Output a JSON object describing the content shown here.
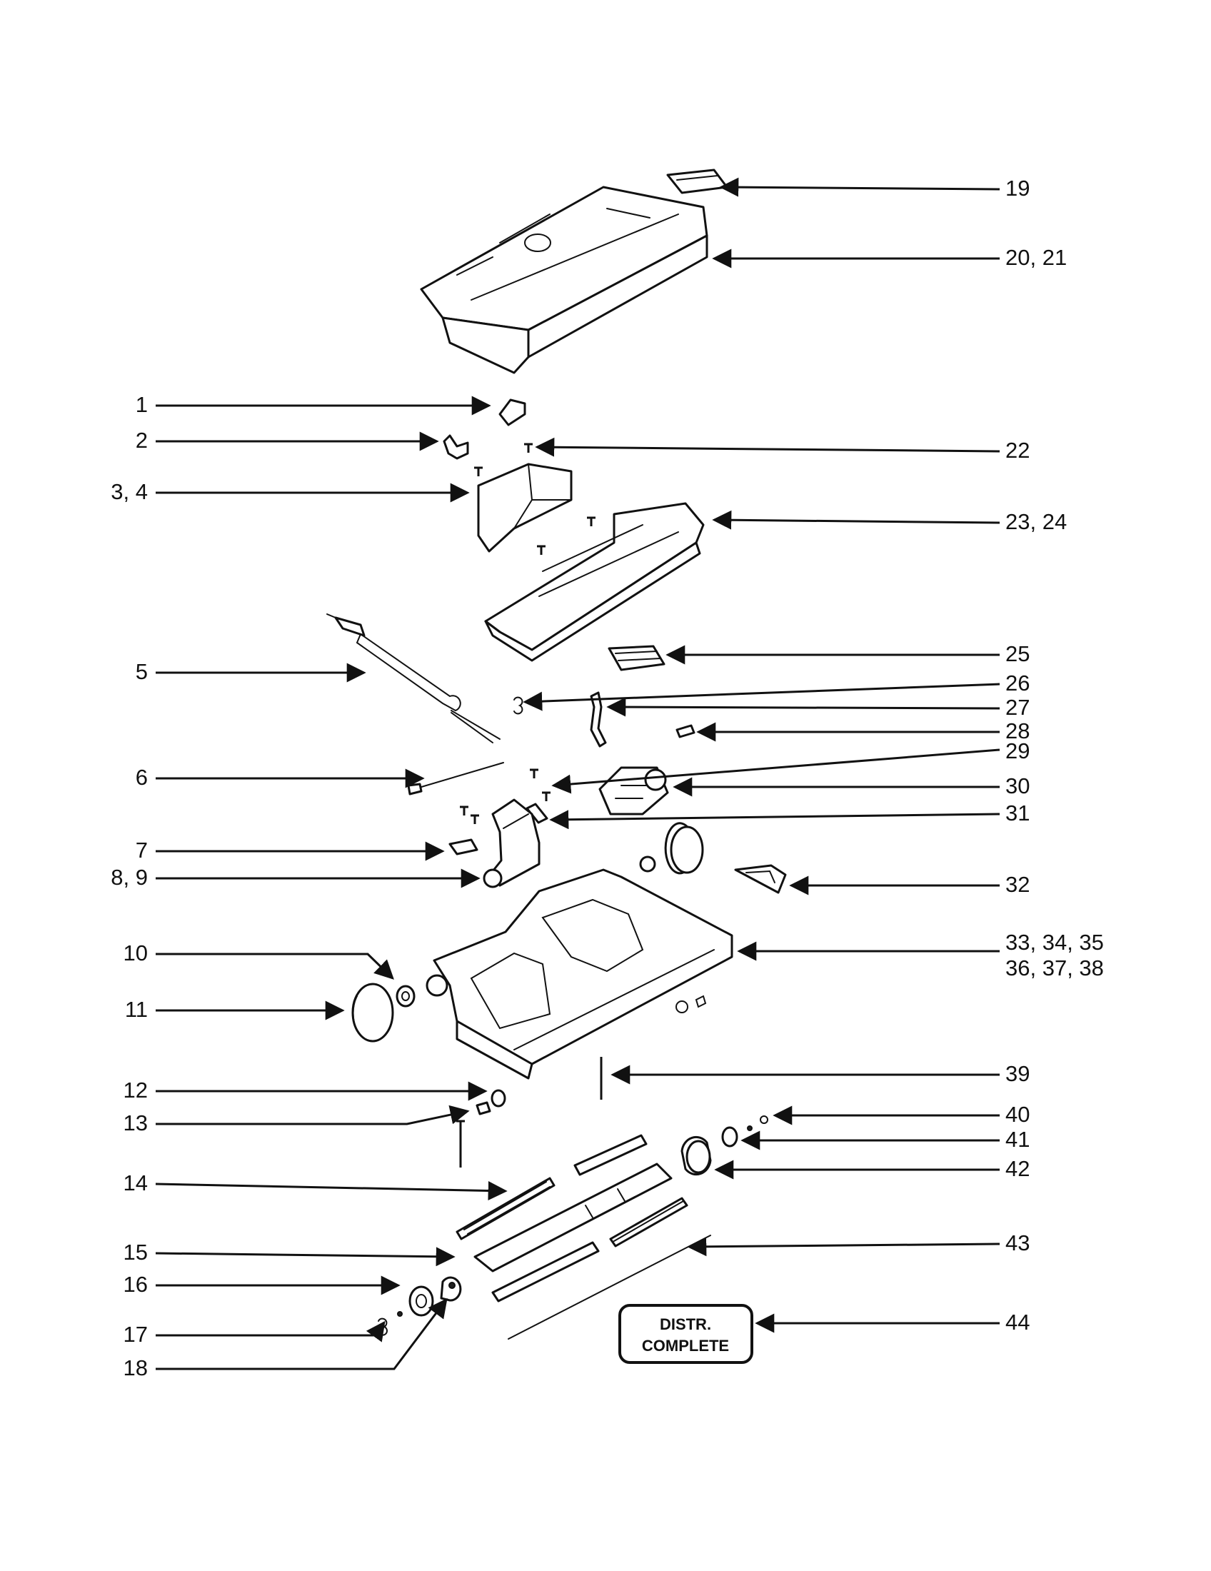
{
  "callouts": {
    "c1": "1",
    "c2": "2",
    "c3_4": "3, 4",
    "c5": "5",
    "c6": "6",
    "c7": "7",
    "c8_9": "8, 9",
    "c10": "10",
    "c11": "11",
    "c12": "12",
    "c13": "13",
    "c14": "14",
    "c15": "15",
    "c16": "16",
    "c17": "17",
    "c18": "18",
    "c19": "19",
    "c20_21": "20, 21",
    "c22": "22",
    "c23_24": "23, 24",
    "c25": "25",
    "c26": "26",
    "c27": "27",
    "c28": "28",
    "c29": "29",
    "c30": "30",
    "c31": "31",
    "c32": "32",
    "c33_35": "33, 34, 35",
    "c36_38": "36, 37, 38",
    "c39": "39",
    "c40": "40",
    "c41": "41",
    "c42": "42",
    "c43": "43",
    "c44": "44"
  },
  "badge": {
    "line1": "DISTR.",
    "line2": "COMPLETE"
  }
}
